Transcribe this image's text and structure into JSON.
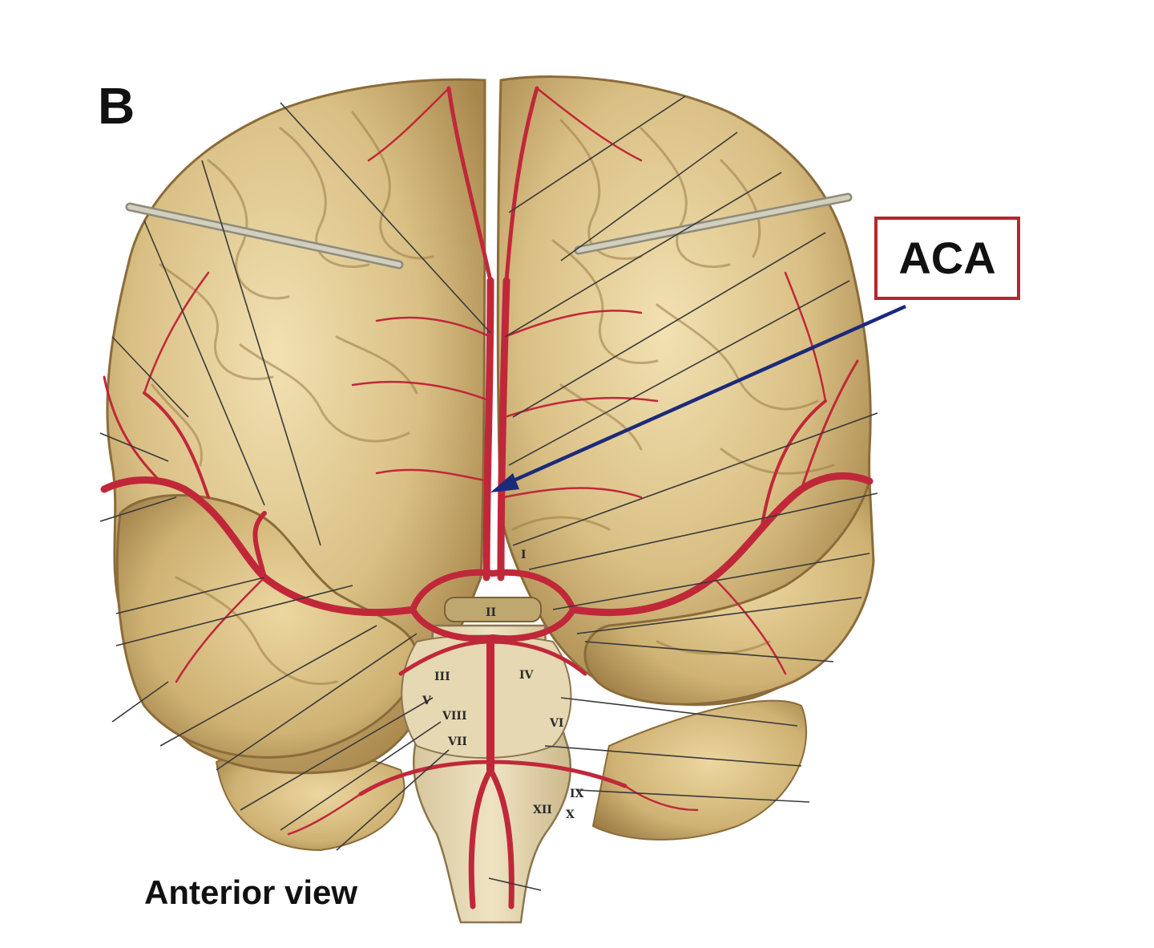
{
  "figure": {
    "panel_letter": "B",
    "caption": "Anterior view",
    "callout_label": "ACA"
  },
  "nerve_labels": {
    "n1": "I",
    "n2": "II",
    "n3": "III",
    "n4": "IV",
    "n5": "V",
    "n6": "VI",
    "n7": "VII",
    "n8": "VIII",
    "n9": "IX",
    "n10": "X",
    "n12": "XII"
  },
  "colors": {
    "brain": "#d9bf84",
    "brain_light": "#efdcaa",
    "brain_shadow": "#9b7c44",
    "artery": "#c0283a",
    "leader_line": "#3a3a3a",
    "callout_border": "#b5272d",
    "callout_arrow": "#1b2a7a",
    "pointer_rods": "#b8b5a5"
  }
}
